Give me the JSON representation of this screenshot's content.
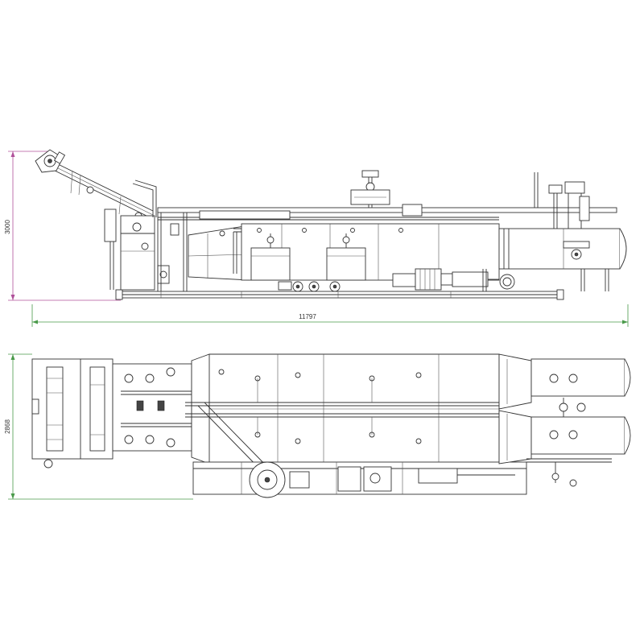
{
  "dimensions": {
    "overall_length": "11797",
    "side_height": "3000",
    "plan_width": "2868"
  },
  "colors": {
    "linework": "#333333",
    "dimension_horizontal": "#4a9a4a",
    "dimension_vertical": "#b0509a",
    "background": "#ffffff"
  }
}
